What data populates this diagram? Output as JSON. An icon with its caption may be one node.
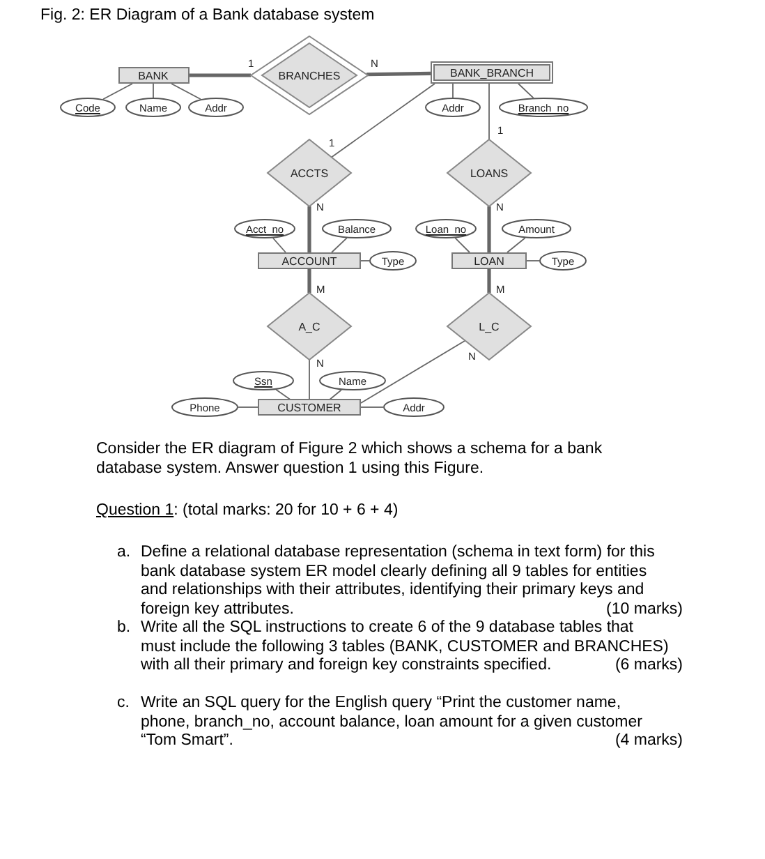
{
  "diagram": {
    "title": "Fig. 2: ER Diagram of a Bank database system",
    "nodes": [
      {
        "text": [
          "BANK"
        ]
      },
      {
        "text": [
          "BRANCHES"
        ]
      },
      {
        "text": [
          "BANK_BRANCH"
        ]
      },
      {
        "text": [
          "Code"
        ]
      },
      {
        "text": [
          "Name"
        ]
      },
      {
        "text": [
          "Addr"
        ]
      },
      {
        "text": [
          "Addr"
        ]
      },
      {
        "text": [
          "Branch_no"
        ]
      },
      {
        "text": [
          "ACCTS"
        ]
      },
      {
        "text": [
          "LOANS"
        ]
      },
      {
        "text": [
          "Acct_no"
        ]
      },
      {
        "text": [
          "Balance"
        ]
      },
      {
        "text": [
          "Loan_no"
        ]
      },
      {
        "text": [
          "Amount"
        ]
      },
      {
        "text": [
          "ACCOUNT"
        ]
      },
      {
        "text": [
          "Type"
        ]
      },
      {
        "text": [
          "LOAN"
        ]
      },
      {
        "text": [
          "Type"
        ]
      },
      {
        "text": [
          "A_C"
        ]
      },
      {
        "text": [
          "L_C"
        ]
      },
      {
        "text": [
          "Ssn"
        ]
      },
      {
        "text": [
          "Name"
        ]
      },
      {
        "text": [
          "Phone"
        ]
      },
      {
        "text": [
          "CUSTOMER"
        ]
      },
      {
        "text": [
          "Addr"
        ]
      }
    ],
    "edges": [
      {
        "from": 0,
        "to": 1,
        "arrow": "none",
        "label": "1",
        "style": "thick"
      },
      {
        "from": 1,
        "to": 2,
        "arrow": "none",
        "label": "N",
        "style": "thick"
      },
      {
        "from": 0,
        "to": 3,
        "arrow": "none"
      },
      {
        "from": 0,
        "to": 4,
        "arrow": "none"
      },
      {
        "from": 0,
        "to": 5,
        "arrow": "none"
      },
      {
        "from": 2,
        "to": 6,
        "arrow": "none"
      },
      {
        "from": 2,
        "to": 7,
        "arrow": "none"
      },
      {
        "from": 2,
        "to": 8,
        "arrow": "none",
        "label": "1"
      },
      {
        "from": 2,
        "to": 9,
        "arrow": "none",
        "label": "1"
      },
      {
        "from": 8,
        "to": 14,
        "arrow": "none",
        "label": "N",
        "style": "thick"
      },
      {
        "from": 9,
        "to": 16,
        "arrow": "none",
        "label": "N",
        "style": "thick"
      },
      {
        "from": 14,
        "to": 10,
        "arrow": "none"
      },
      {
        "from": 14,
        "to": 11,
        "arrow": "none"
      },
      {
        "from": 14,
        "to": 15,
        "arrow": "none"
      },
      {
        "from": 16,
        "to": 12,
        "arrow": "none"
      },
      {
        "from": 16,
        "to": 13,
        "arrow": "none"
      },
      {
        "from": 16,
        "to": 17,
        "arrow": "none"
      },
      {
        "from": 14,
        "to": 18,
        "arrow": "none",
        "label": "M",
        "style": "thick"
      },
      {
        "from": 16,
        "to": 19,
        "arrow": "none",
        "label": "M",
        "style": "thick"
      },
      {
        "from": 18,
        "to": 23,
        "arrow": "none",
        "label": "N"
      },
      {
        "from": 19,
        "to": 23,
        "arrow": "none",
        "label": "N"
      },
      {
        "from": 23,
        "to": 20,
        "arrow": "none"
      },
      {
        "from": 23,
        "to": 21,
        "arrow": "none"
      },
      {
        "from": 23,
        "to": 22,
        "arrow": "none"
      },
      {
        "from": 23,
        "to": 24,
        "arrow": "none"
      }
    ],
    "labels": [
      "Consider the ER diagram of Figure 2 which shows a schema for a bank database system. Answer question 1 using this Figure.",
      "Question 1",
      ": (total marks: 20 for 10 + 6 + 4)",
      "a.",
      "Define a relational database representation (schema in text form) for this bank database system ER model clearly defining all 9 tables for entities and relationships with their attributes, identifying their primary keys and foreign key attributes.",
      "(10 marks)",
      "b.",
      "Write all the SQL instructions to create 6 of the 9 database tables that must include the following 3 tables (BANK, CUSTOMER and BRANCHES) with all their primary and foreign key constraints specified.",
      "(6 marks)",
      "c.",
      "Write an SQL query for the English query “Print the customer name, phone, branch_no, account balance, loan amount for a given customer “Tom Smart”.",
      "(4 marks)"
    ]
  }
}
